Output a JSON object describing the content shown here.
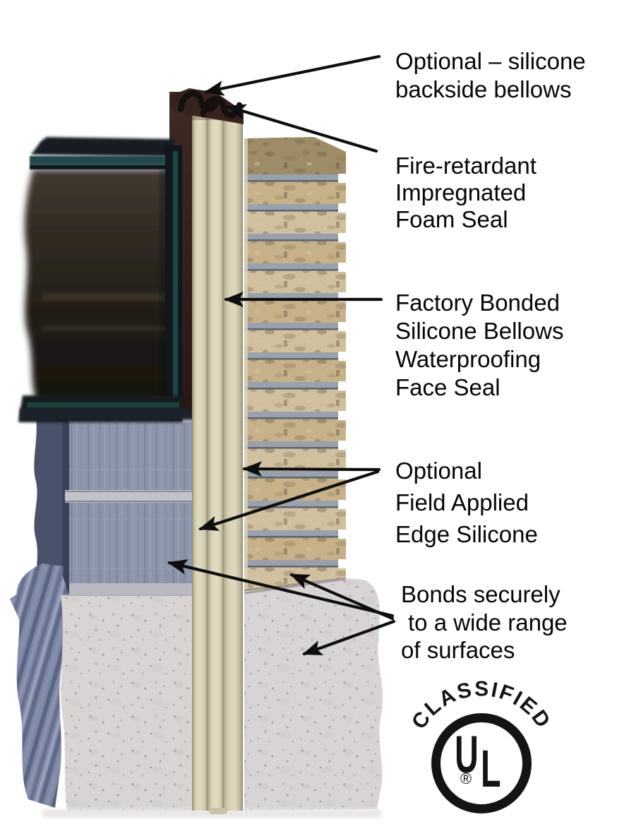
{
  "diagram": {
    "type": "product-callout-illustration",
    "background_color": "#ffffff",
    "label_color": "#060606",
    "arrow_color": "#0e0e0e",
    "callouts": [
      {
        "id": "backside-bellows",
        "lines": [
          "Optional – silicone",
          "backside bellows"
        ]
      },
      {
        "id": "foam-seal",
        "lines": [
          "Fire-retardant",
          "Impregnated",
          "Foam Seal"
        ]
      },
      {
        "id": "face-seal",
        "lines": [
          "Factory Bonded",
          "Silicone Bellows",
          "Waterproofing",
          "Face Seal"
        ]
      },
      {
        "id": "edge-silicone",
        "lines": [
          "Optional",
          "Field Applied",
          "Edge Silicone"
        ]
      },
      {
        "id": "bonding",
        "lines": [
          "Bonds securely",
          "to a wide range",
          "of surfaces"
        ]
      }
    ],
    "ul_logo": {
      "arc_text": "CLASSIFIED",
      "letters": [
        "U",
        "L"
      ],
      "registered_mark": "®"
    },
    "colors": {
      "seal_cream": "#d9d3b6",
      "foam_backing_maroon": "#37231e",
      "bellows_black": "#15100d",
      "brick_tan": "#c6b189",
      "mortar_gray": "#99a1ad",
      "stone_block_gray": "#8c95aa",
      "concrete_gray": "#d9d4d4",
      "rock_edge_blue": "#7e88a4",
      "window_glass_dark": "#241f1a",
      "window_frame_teal": "#1f4846",
      "logo_black": "#141414"
    }
  }
}
